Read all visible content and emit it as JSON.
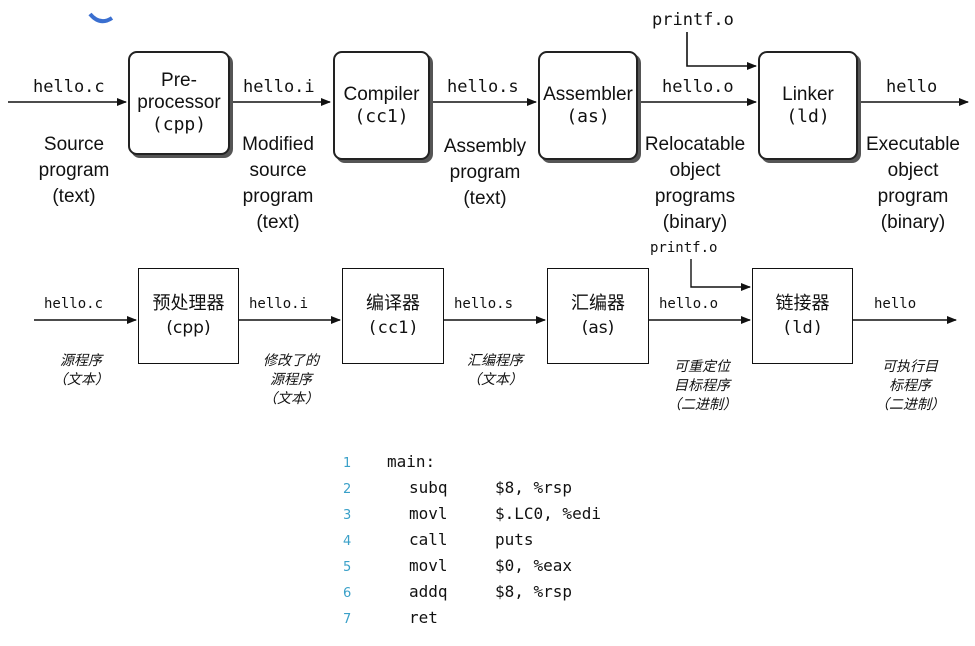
{
  "top": {
    "labels": {
      "hello_c": "hello.c",
      "hello_i": "hello.i",
      "hello_s": "hello.s",
      "hello_o": "hello.o",
      "hello": "hello",
      "printf_o": "printf.o"
    },
    "boxes": [
      {
        "title_lines": [
          "Pre-",
          "processor"
        ],
        "sub": "(cpp)"
      },
      {
        "title_lines": [
          "Compiler"
        ],
        "sub": "(cc1)"
      },
      {
        "title_lines": [
          "Assembler"
        ],
        "sub": "(as)"
      },
      {
        "title_lines": [
          "Linker"
        ],
        "sub": "(ld)"
      }
    ],
    "descriptions": [
      [
        "Source",
        "program",
        "(text)"
      ],
      [
        "Modified",
        "source",
        "program",
        "(text)"
      ],
      [
        "Assembly",
        "program",
        "(text)"
      ],
      [
        "Relocatable",
        "object",
        "programs",
        "(binary)"
      ],
      [
        "Executable",
        "object",
        "program",
        "(binary)"
      ]
    ]
  },
  "bottom": {
    "labels": {
      "hello_c": "hello.c",
      "hello_i": "hello.i",
      "hello_s": "hello.s",
      "hello_o": "hello.o",
      "hello": "hello",
      "printf_o": "printf.o"
    },
    "boxes": [
      {
        "title": "预处理器",
        "sub": "(cpp)"
      },
      {
        "title": "编译器",
        "sub": "(cc1)"
      },
      {
        "title": "汇编器",
        "sub": "(as)"
      },
      {
        "title": "链接器",
        "sub": "(ld)"
      }
    ],
    "descriptions": [
      [
        "源程序",
        "（文本）"
      ],
      [
        "修改了的",
        "源程序",
        "（文本）"
      ],
      [
        "汇编程序",
        "（文本）"
      ],
      [
        "可重定位",
        "目标程序",
        "（二进制）"
      ],
      [
        "可执行目",
        "标程序",
        "（二进制）"
      ]
    ]
  },
  "code": {
    "lines": [
      {
        "num": "1",
        "op": "main:",
        "args": ""
      },
      {
        "num": "2",
        "op": "subq",
        "args": "$8, %rsp"
      },
      {
        "num": "3",
        "op": "movl",
        "args": "$.LC0, %edi"
      },
      {
        "num": "4",
        "op": "call",
        "args": "puts"
      },
      {
        "num": "5",
        "op": "movl",
        "args": "$0, %eax"
      },
      {
        "num": "6",
        "op": "addq",
        "args": "$8, %rsp"
      },
      {
        "num": "7",
        "op": "ret",
        "args": ""
      }
    ]
  },
  "colors": {
    "accent_partial_heading": "#3a6fd0",
    "line_numbers": "#3aa0c8"
  }
}
